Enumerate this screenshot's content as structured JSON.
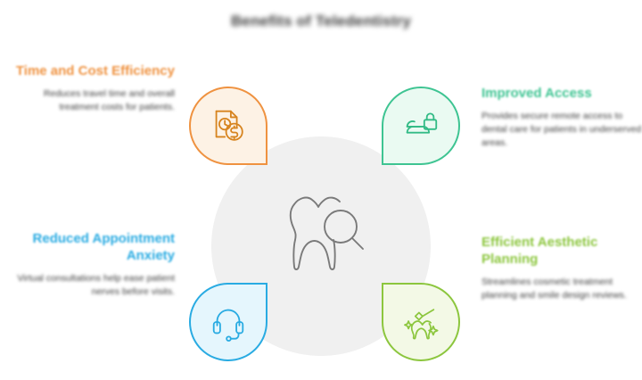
{
  "title": "Benefits of Teledentistry",
  "center": {
    "icon": "tooth-magnifier-icon"
  },
  "quadrants": [
    {
      "id": "time-and-cost-efficiency",
      "position": "top-left",
      "heading": "Time and Cost Efficiency",
      "body": "Reduces travel time and overall treatment costs for patients.",
      "color": "#ef9240",
      "fill": "#fdf2e5",
      "icon": "document-clock-dollar-icon"
    },
    {
      "id": "improved-access",
      "position": "top-right",
      "heading": "Improved Access",
      "body": "Provides secure remote access to dental care for patients in underserved areas.",
      "color": "#3ec492",
      "fill": "#eafaf2",
      "icon": "cloud-lock-icon"
    },
    {
      "id": "reduced-appointment-anxiety",
      "position": "bottom-left",
      "heading": "Reduced Appointment Anxiety",
      "body": "Virtual consultations help ease patient nerves before visits.",
      "color": "#29abe2",
      "fill": "#e5f6fd",
      "icon": "headset-icon"
    },
    {
      "id": "efficient-aesthetic-planning",
      "position": "bottom-right",
      "heading": "Efficient Aesthetic Planning",
      "body": "Streamlines cosmetic treatment planning and smile design reviews.",
      "color": "#8cc63e",
      "fill": "#f3f9e6",
      "icon": "tooth-sparkle-brush-icon"
    }
  ]
}
